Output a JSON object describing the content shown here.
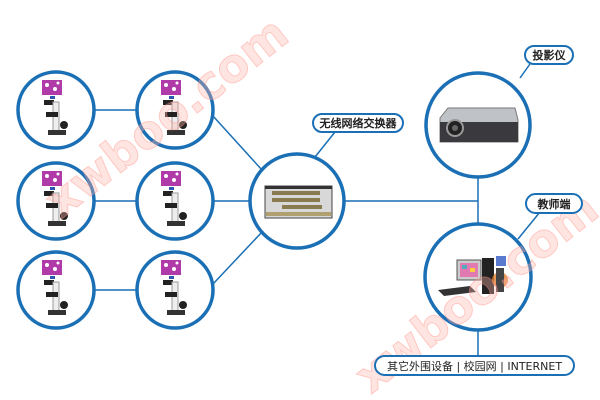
{
  "labels": {
    "switch": "无线网络交换器",
    "projector": "投影仪",
    "teacher": "教师端",
    "peripherals": "其它外围设备 | 校园网 | INTERNET"
  },
  "watermark": "xwboo.com",
  "colors": {
    "accent": "#1a6fb5",
    "slide": "#b03aa8"
  },
  "nodes": {
    "microscopes": 6,
    "icons": [
      "digital-microscope-icon",
      "network-switch-icon",
      "projector-icon",
      "teacher-computer-icon"
    ]
  }
}
